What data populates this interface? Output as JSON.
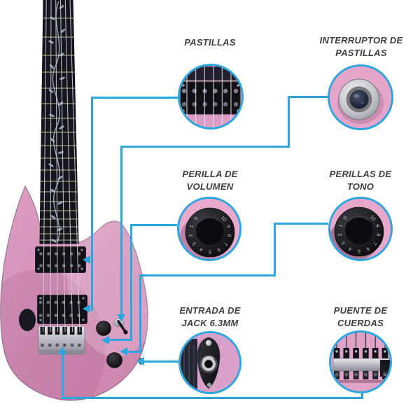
{
  "diagram": {
    "background": "#FFFFFF",
    "accent_blue": "#2BA7E0",
    "label_color": "#3E3E3E",
    "guitar_body_pink": "#D795BD",
    "detail_circle_pink": "#E2A2C7"
  },
  "callouts": [
    {
      "id": "pastillas",
      "label_lines": [
        "PASTILLAS"
      ]
    },
    {
      "id": "interruptor",
      "label_lines": [
        "INTERRUPTOR DE",
        "PASTILLAS"
      ]
    },
    {
      "id": "volumen",
      "label_lines": [
        "PERILLA DE",
        "VOLUMEN"
      ]
    },
    {
      "id": "tono",
      "label_lines": [
        "PERILLAS DE",
        "TONO"
      ]
    },
    {
      "id": "jack",
      "label_lines": [
        "ENTRADA DE",
        "JACK 6.3MM"
      ]
    },
    {
      "id": "puente",
      "label_lines": [
        "PUENTE DE",
        "CUERDAS"
      ]
    }
  ],
  "knob_numbers": [
    "0",
    "1",
    "2",
    "3",
    "4",
    "5",
    "6",
    "7",
    "8",
    "9",
    "10"
  ]
}
